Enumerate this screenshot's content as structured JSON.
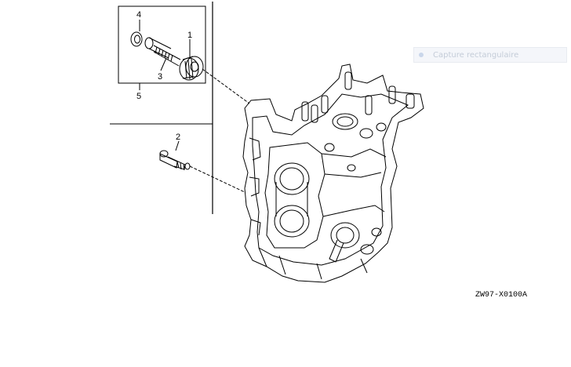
{
  "callouts": {
    "part_1": "1",
    "part_2": "2",
    "part_3": "3",
    "part_4": "4",
    "part_5": "5"
  },
  "diagram_code": "ZW97-X0100A",
  "overlay": {
    "label": "Capture rectangulaire",
    "icon": "capture-dot-icon"
  },
  "colors": {
    "line": "#000000",
    "background": "#ffffff",
    "overlay_text": "#c4ccd8"
  }
}
